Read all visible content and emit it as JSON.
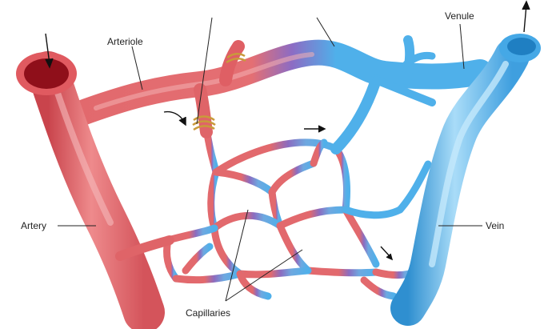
{
  "labels": {
    "arteriole": "Arteriole",
    "venule": "Venule",
    "artery": "Artery",
    "vein": "Vein",
    "capillaries": "Capillaries"
  },
  "colors": {
    "arterial": "#e2696d",
    "arterial_dark": "#c9444c",
    "arterial_lumen": "#8f0f1a",
    "venous": "#4fb0ea",
    "venous_light": "#a9dcf8",
    "venous_dark": "#2f8fd0",
    "transition": "#8b6cc0",
    "sphincter": "#c99a3b"
  },
  "icons": [
    "flow-arrow-icon",
    "sphincter-band-icon"
  ]
}
